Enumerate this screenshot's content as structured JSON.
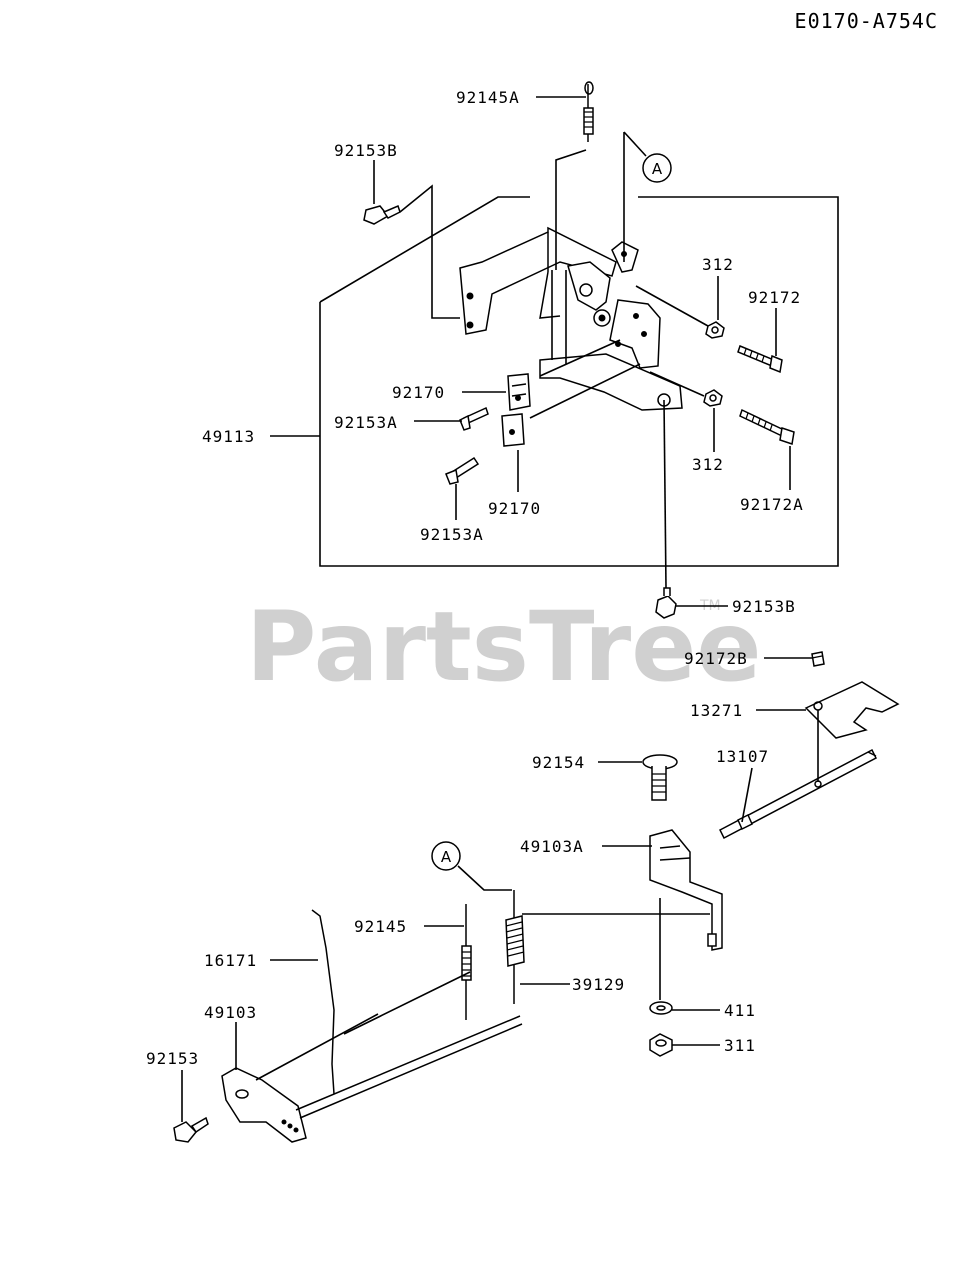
{
  "diagram_code": "E0170-A754C",
  "watermark": {
    "text": "PartsTree",
    "trademark": "TM"
  },
  "callouts": {
    "upper": "A",
    "lower": "A"
  },
  "labels": {
    "p92145A": "92145A",
    "p92153B_top": "92153B",
    "p312_top": "312",
    "p92172": "92172",
    "p92170_top": "92170",
    "p92153A_mid": "92153A",
    "p49113": "49113",
    "p92170_bottom": "92170",
    "p92153A_bottom": "92153A",
    "p312_bottom": "312",
    "p92172A": "92172A",
    "p92153B_mid": "92153B",
    "p92172B": "92172B",
    "p13271": "13271",
    "p92154": "92154",
    "p13107": "13107",
    "p49103A": "49103A",
    "p92145": "92145",
    "p16171": "16171",
    "p39129": "39129",
    "p49103": "49103",
    "p411": "411",
    "p92153": "92153",
    "p311": "311"
  }
}
